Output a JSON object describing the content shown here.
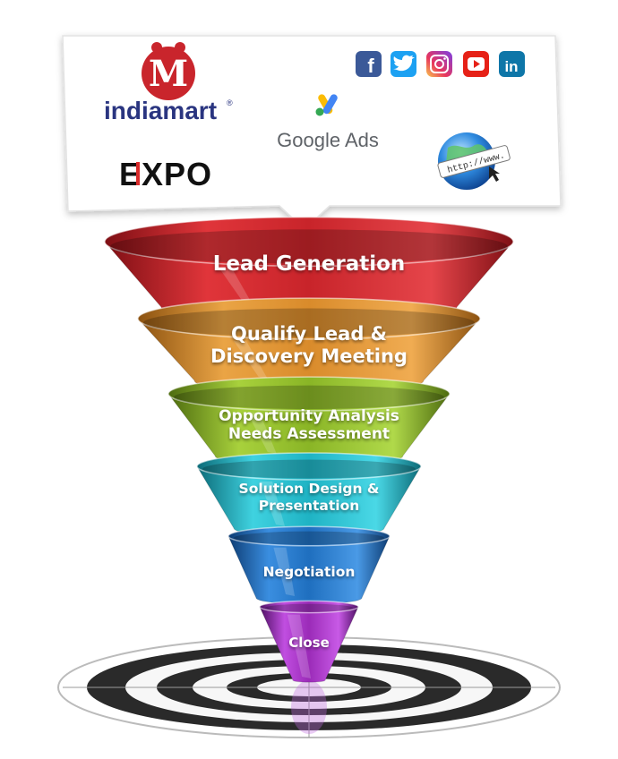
{
  "logos": {
    "indiamart": "indiamart",
    "indiamart_reg": "®",
    "expo": "EXPO",
    "google_ads": "Google Ads",
    "web_url": "http://www."
  },
  "social_icons": [
    "facebook-icon",
    "twitter-icon",
    "instagram-icon",
    "youtube-icon",
    "linkedin-icon"
  ],
  "funnel": {
    "stages": [
      {
        "line1": "Lead Generation",
        "line2": "",
        "color": "#c8242a"
      },
      {
        "line1": "Qualify Lead &",
        "line2": "Discovery Meeting",
        "color": "#d98b2b"
      },
      {
        "line1": "Opportunity Analysis",
        "line2": "Needs Assessment",
        "color": "#8ab526"
      },
      {
        "line1": "Solution Design &",
        "line2": "Presentation",
        "color": "#1fb3c4"
      },
      {
        "line1": "Negotiation",
        "line2": "",
        "color": "#1f6fbf"
      },
      {
        "line1": "Close",
        "line2": "",
        "color": "#9b2bb8"
      }
    ]
  }
}
